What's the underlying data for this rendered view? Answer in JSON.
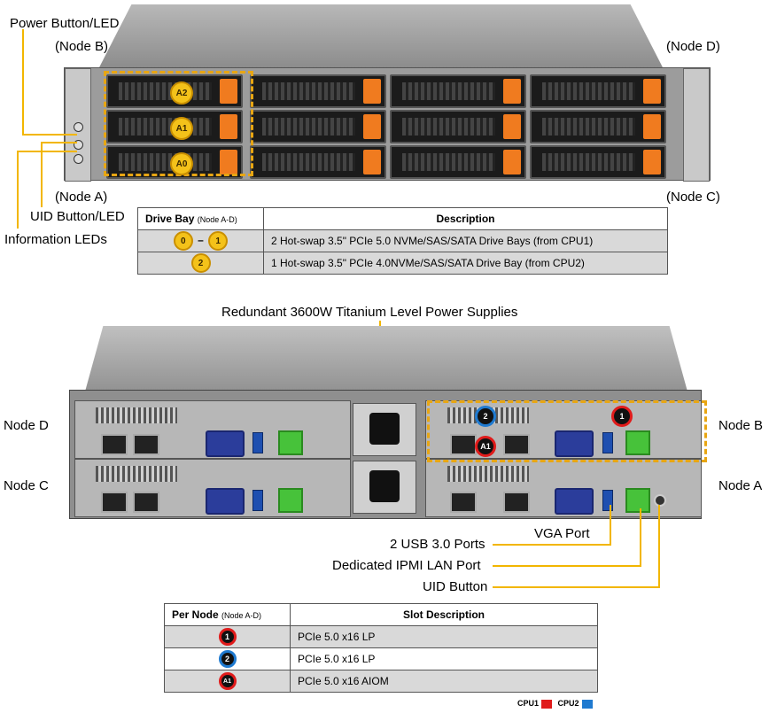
{
  "front": {
    "labels": {
      "power_button": "Power Button/LED",
      "node_b": "(Node B)",
      "node_d": "(Node D)",
      "node_a": "(Node A)",
      "node_c": "(Node C)",
      "uid_button": "UID Button/LED",
      "info_leds": "Information LEDs"
    },
    "badges": [
      "A2",
      "A1",
      "A0"
    ],
    "table": {
      "header_col1": "Drive Bay",
      "header_col1_sub": "(Node A-D)",
      "header_col2": "Description",
      "rows": [
        {
          "badges": [
            "0",
            "1"
          ],
          "sep": "–",
          "description": "2 Hot-swap 3.5\" PCIe 5.0 NVMe/SAS/SATA Drive Bays (from CPU1)"
        },
        {
          "badges": [
            "2"
          ],
          "description": "1 Hot-swap 3.5\" PCIe 4.0NVMe/SAS/SATA Drive Bay (from CPU2)"
        }
      ]
    },
    "colors": {
      "badge": "#f4c21a",
      "latch": "#f07b1f",
      "callout": "#f2b600"
    }
  },
  "rear": {
    "labels": {
      "psu": "Redundant 3600W Titanium Level Power Supplies",
      "node_d": "Node D",
      "node_c": "Node C",
      "node_b": "Node B",
      "node_a": "Node A",
      "usb": "2 USB 3.0 Ports",
      "vga": "VGA Port",
      "ipmi": "Dedicated IPMI LAN Port",
      "uid": "UID Button"
    },
    "slot_badges": [
      "2",
      "1",
      "A1"
    ],
    "table": {
      "header_col1": "Per Node",
      "header_col1_sub": "(Node A-D)",
      "header_col2": "Slot Description",
      "rows": [
        {
          "badge": "1",
          "badge_color": "red",
          "description": "PCIe 5.0 x16 LP"
        },
        {
          "badge": "2",
          "badge_color": "blue",
          "description": "PCIe 5.0 x16 LP"
        },
        {
          "badge": "A1",
          "badge_color": "red",
          "description": "PCIe 5.0 x16 AIOM"
        }
      ]
    },
    "legend": [
      {
        "label": "CPU1",
        "color": "#e01b1b"
      },
      {
        "label": "CPU2",
        "color": "#1f7ad0"
      }
    ]
  }
}
